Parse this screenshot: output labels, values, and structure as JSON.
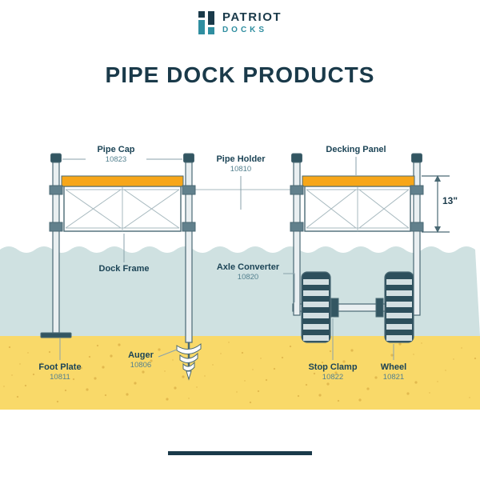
{
  "brand": {
    "name": "PATRIOT",
    "sub": "DOCKS"
  },
  "title": "PIPE DOCK PRODUCTS",
  "labels": {
    "pipe_cap": {
      "name": "Pipe Cap",
      "sku": "10823"
    },
    "pipe_holder": {
      "name": "Pipe Holder",
      "sku": "10810"
    },
    "decking_panel": {
      "name": "Decking Panel"
    },
    "dock_frame": {
      "name": "Dock Frame"
    },
    "axle_converter": {
      "name": "Axle Converter",
      "sku": "10820"
    },
    "foot_plate": {
      "name": "Foot Plate",
      "sku": "10811"
    },
    "auger": {
      "name": "Auger",
      "sku": "10806"
    },
    "stop_clamp": {
      "name": "Stop Clamp",
      "sku": "10822"
    },
    "wheel": {
      "name": "Wheel",
      "sku": "10821"
    },
    "dimension": "13\""
  },
  "icons": {
    "logo": "patriot-docks-mark"
  },
  "colors": {
    "ink": "#1a3a4a",
    "teal": "#2f8ea0",
    "label": "#1c4456",
    "sku": "#54818f",
    "line": "#4a6974",
    "light_line": "#a7b9bf",
    "leader": "#8aa2ab",
    "deck_orange": "#f7a619",
    "water": "#cfe1e1",
    "sand": "#f9d969",
    "speckle": "#e2b94e",
    "wheel": "#2d4f5c",
    "wheel_stripe": "#d3dfe2",
    "metal": "#e9eff1",
    "clamp": "#61808c",
    "dark_part": "#335662"
  }
}
